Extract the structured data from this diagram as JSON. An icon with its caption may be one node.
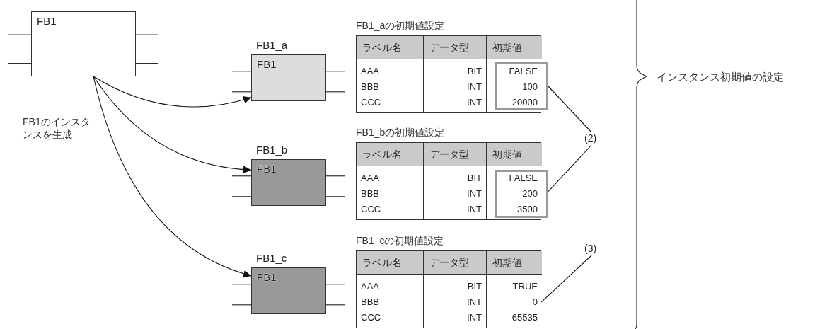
{
  "diagram": {
    "nodes": [
      {
        "text": [
          "FB1"
        ]
      },
      {
        "text": [
          "FB1_a",
          "FB1"
        ]
      },
      {
        "text": [
          "FB1_b",
          "FB1"
        ]
      },
      {
        "text": [
          "FB1_c",
          "FB1"
        ]
      },
      {
        "text": [],
        "shape": "box"
      },
      {
        "text": [],
        "shape": "box"
      },
      {
        "text": [
          "(2)"
        ]
      },
      {
        "text": [
          "(3)"
        ]
      },
      {
        "text": [
          "0"
        ]
      }
    ],
    "edges": [
      {
        "from": 0,
        "to": 1,
        "arrow": "to"
      },
      {
        "from": 0,
        "to": 2,
        "arrow": "to"
      },
      {
        "from": 0,
        "to": 3,
        "arrow": "to"
      },
      {
        "from": 6,
        "to": 4,
        "arrow": "none"
      },
      {
        "from": 6,
        "to": 5,
        "arrow": "none"
      },
      {
        "from": 7,
        "to": 8,
        "arrow": "none"
      }
    ],
    "labels": [
      "FB1のインスタンスを生成",
      "FB1_aの初期値設定",
      "ラベル名",
      "データ型",
      "初期値",
      "AAA",
      "BIT",
      "FALSE",
      "BBB",
      "INT",
      "100",
      "CCC",
      "INT",
      "20000",
      "FB1_bの初期値設定",
      "ラベル名",
      "データ型",
      "初期値",
      "AAA",
      "BIT",
      "FALSE",
      "BBB",
      "INT",
      "200",
      "CCC",
      "INT",
      "3500",
      "FB1_cの初期値設定",
      "ラベル名",
      "データ型",
      "初期値",
      "AAA",
      "BIT",
      "TRUE",
      "BBB",
      "INT",
      "CCC",
      "INT",
      "65535",
      "インスタンス初期値の設定"
    ]
  }
}
